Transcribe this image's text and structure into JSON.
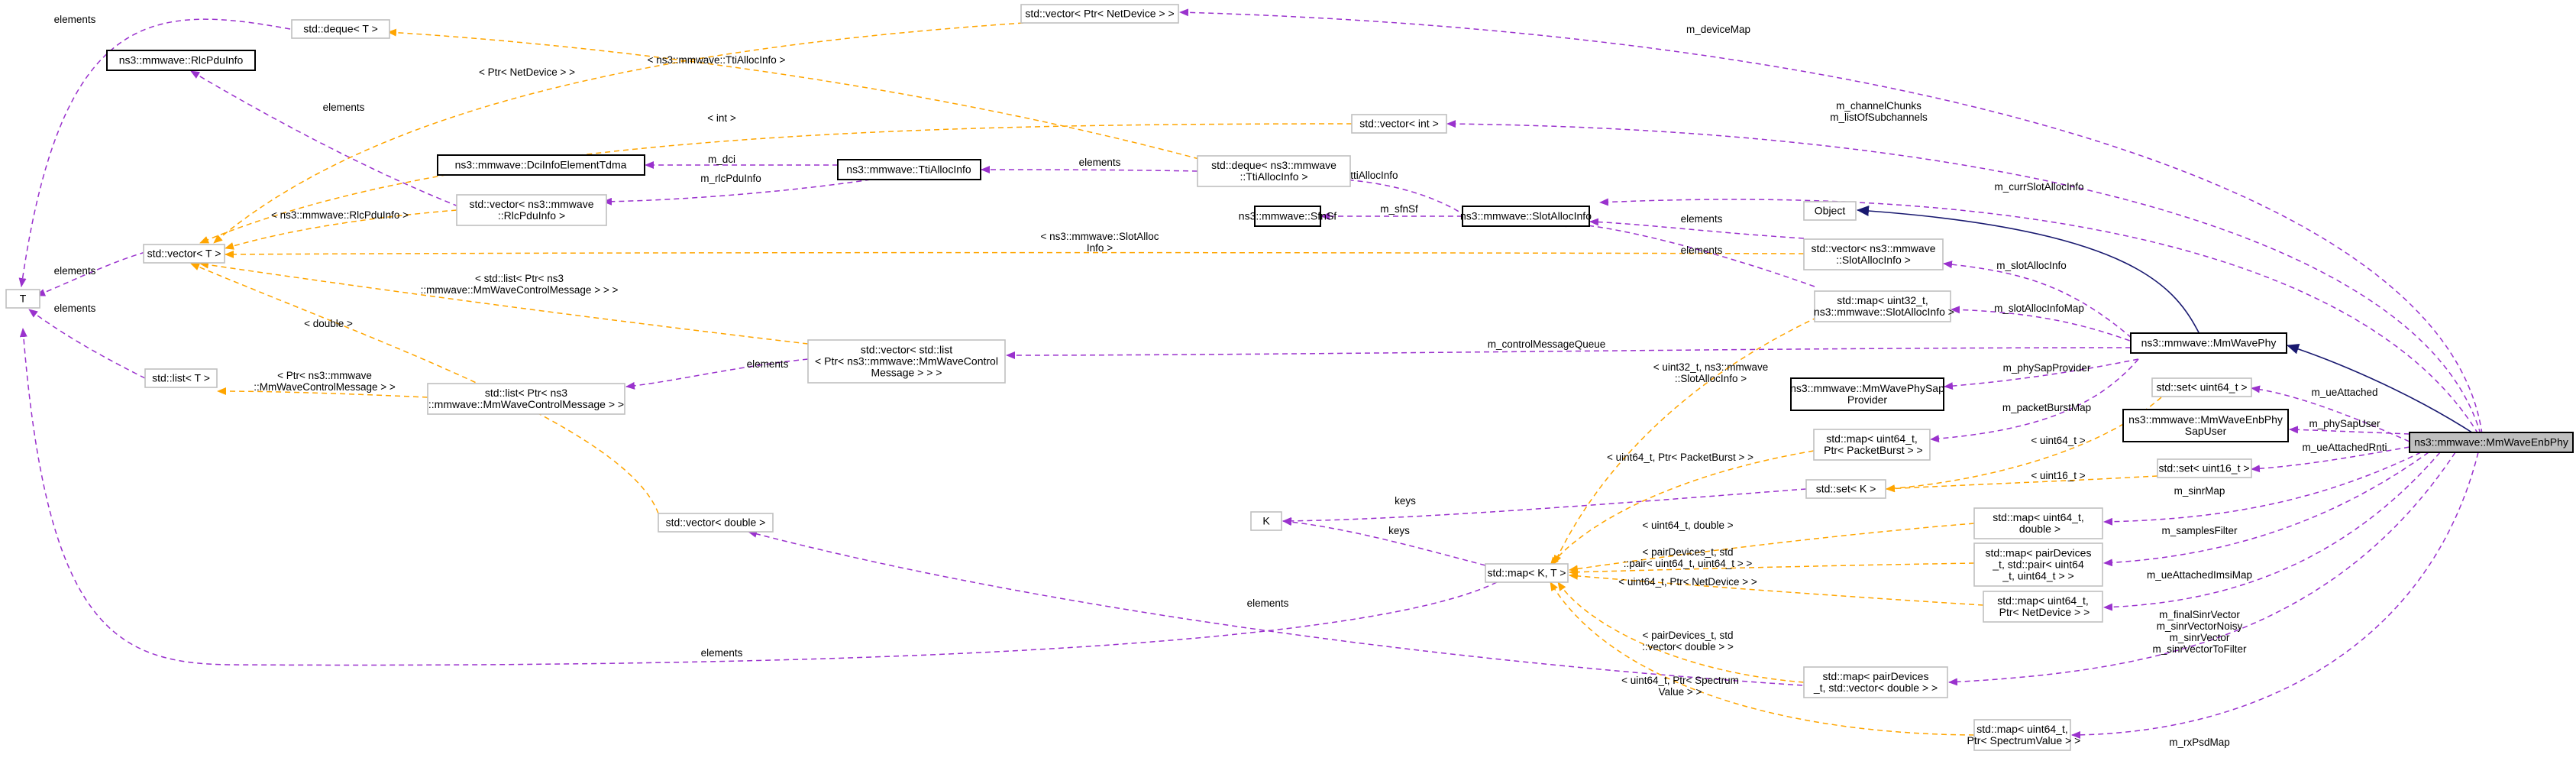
{
  "nodes": {
    "T": [
      "T"
    ],
    "deque_T": [
      "std::deque< T >"
    ],
    "rlcpdu": [
      "ns3::mmwave::RlcPduInfo"
    ],
    "vec_netdev": [
      "std::vector< Ptr< NetDevice > >"
    ],
    "vec_int": [
      "std::vector< int >"
    ],
    "dci": [
      "ns3::mmwave::DciInfoElementTdma"
    ],
    "tti": [
      "ns3::mmwave::TtiAllocInfo"
    ],
    "deque_tti": [
      "std::deque< ns3::mmwave",
      "::TtiAllocInfo >"
    ],
    "vec_rlc": [
      "std::vector< ns3::mmwave",
      "::RlcPduInfo >"
    ],
    "sfnsf": [
      "ns3::mmwave::SfnSf"
    ],
    "slot": [
      "ns3::mmwave::SlotAllocInfo"
    ],
    "object": [
      "Object"
    ],
    "vec_slot": [
      "std::vector< ns3::mmwave",
      "::SlotAllocInfo >"
    ],
    "vec_T": [
      "std::vector< T >"
    ],
    "map_slot": [
      "std::map< uint32_t,",
      " ns3::mmwave::SlotAllocInfo >"
    ],
    "vec_list": [
      "std::vector< std::list",
      "< Ptr< ns3::mmwave::MmWaveControl",
      "Message > > >"
    ],
    "list_T": [
      "std::list< T >"
    ],
    "list_ctrl": [
      "std::list< Ptr< ns3",
      "::mmwave::MmWaveControlMessage > >"
    ],
    "phy": [
      "ns3::mmwave::MmWavePhy"
    ],
    "sap_prov": [
      "ns3::mmwave::MmWavePhySap",
      "Provider"
    ],
    "set_u64": [
      "std::set< uint64_t >"
    ],
    "sap_user": [
      "ns3::mmwave::MmWaveEnbPhy",
      "SapUser"
    ],
    "enbphy": [
      "ns3::mmwave::MmWaveEnbPhy"
    ],
    "map_pb": [
      "std::map< uint64_t,",
      " Ptr< PacketBurst > >"
    ],
    "set_u16": [
      "std::set< uint16_t >"
    ],
    "set_K": [
      "std::set< K >"
    ],
    "K": [
      "K"
    ],
    "vec_double": [
      "std::vector< double >"
    ],
    "map_KT": [
      "std::map< K, T >"
    ],
    "map_sinr": [
      "std::map< uint64_t,",
      " double >"
    ],
    "map_pair": [
      "std::map< pairDevices",
      "_t, std::pair< uint64",
      "_t, uint64_t > >"
    ],
    "map_nd": [
      "std::map< uint64_t,",
      " Ptr< NetDevice > >"
    ],
    "map_pairvec": [
      "std::map< pairDevices",
      "_t, std::vector< double > >"
    ],
    "map_psd": [
      "std::map< uint64_t,",
      " Ptr< SpectrumValue > >"
    ]
  },
  "edges": {
    "e_devicemap": [
      "m_deviceMap"
    ],
    "e_chunks": [
      "m_channelChunks",
      "m_listOfSubchannels"
    ],
    "e_curslot": [
      "m_currSlotAllocInfo"
    ],
    "e_slotalloc": [
      "m_slotAllocInfo"
    ],
    "e_slotmap": [
      "m_slotAllocInfoMap"
    ],
    "e_ctrlq": [
      "m_controlMessageQueue"
    ],
    "e_sapprov": [
      "m_phySapProvider"
    ],
    "e_uea": [
      "m_ueAttached"
    ],
    "e_sapuser": [
      "m_phySapUser"
    ],
    "e_pb": [
      "m_packetBurstMap"
    ],
    "e_rnti": [
      "m_ueAttachedRnti"
    ],
    "e_sinrmap": [
      "m_sinrMap"
    ],
    "e_samples": [
      "m_samplesFilter"
    ],
    "e_imsi": [
      "m_ueAttachedImsiMap"
    ],
    "e_sinrvec": [
      "m_finalSinrVector",
      "m_sinrVectorNoisy",
      "m_sinrVector",
      "m_sinrVectorToFilter"
    ],
    "e_rxpsd": [
      "m_rxPsdMap"
    ],
    "e_ttialloc": [
      "m_ttiAllocInfo"
    ],
    "e_sfnsf": [
      "m_sfnSf"
    ],
    "e_elem_slot1": [
      "elements"
    ],
    "e_elem_slot2": [
      "elements"
    ],
    "e_elem_tti": [
      "elements"
    ],
    "e_dci": [
      "m_dci"
    ],
    "e_rlcpdu": [
      "m_rlcPduInfo"
    ],
    "e_elem_rlc": [
      "elements"
    ],
    "e_elem_ctrl": [
      "elements"
    ],
    "e_keys_K": [
      "keys"
    ],
    "e_keys_setK": [
      "keys"
    ],
    "e_elem_dbl": [
      "elements"
    ],
    "e_elem_KT": [
      "elements"
    ],
    "e_elem_devT": [
      "elements"
    ],
    "e_elem_vecT": [
      "elements"
    ],
    "e_elem_listT": [
      "elements"
    ],
    "e_elem_top": [
      "elements"
    ],
    "t_netdev": [
      "< Ptr< NetDevice > >"
    ],
    "t_tti_deque": [
      "< ns3::mmwave::TtiAllocInfo >"
    ],
    "t_int": [
      "< int >"
    ],
    "t_rlc": [
      "< ns3::mmwave::RlcPduInfo >"
    ],
    "t_slot": [
      "< ns3::mmwave::SlotAlloc",
      "Info >"
    ],
    "t_list": [
      "< std::list< Ptr< ns3",
      "::mmwave::MmWaveControlMessage > > >"
    ],
    "t_ctrl": [
      "< Ptr< ns3::mmwave",
      "::MmWaveControlMessage > >"
    ],
    "t_double": [
      "< double >"
    ],
    "t_slotmap": [
      "< uint32_t, ns3::mmwave",
      "::SlotAllocInfo >"
    ],
    "t_pb": [
      "< uint64_t, Ptr< PacketBurst > >"
    ],
    "t_u64": [
      "< uint64_t >"
    ],
    "t_u16": [
      "< uint16_t >"
    ],
    "t_sinr": [
      "< uint64_t, double >"
    ],
    "t_pair": [
      "< pairDevices_t, std",
      "::pair< uint64_t, uint64_t > >"
    ],
    "t_nd": [
      "< uint64_t, Ptr< NetDevice > >"
    ],
    "t_pairvec": [
      "< pairDevices_t, std",
      "::vector< double > >"
    ],
    "t_psd": [
      "< uint64_t, Ptr< Spectrum",
      "Value > >"
    ]
  },
  "colors": {
    "usage_edge": "#9a32cd",
    "template_edge": "#ffa500",
    "inheritance_edge": "#191970",
    "focus_fill": "#bfbfbf"
  }
}
